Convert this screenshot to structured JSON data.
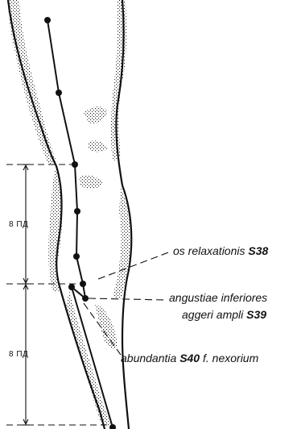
{
  "measurements": [
    {
      "text": "8 ПД"
    },
    {
      "text": "8 ПД"
    }
  ],
  "labels": {
    "s38": {
      "name": "os relaxationis",
      "code": "S38"
    },
    "s39": {
      "name_line1": "angustiae inferiores",
      "name_line2": "aggeri ampli",
      "code": "S39"
    },
    "s40": {
      "name_a": "abundantia",
      "code": "S40",
      "name_b": "f. nexorium"
    }
  },
  "colors": {
    "ink": "#111111",
    "background": "#ffffff"
  }
}
